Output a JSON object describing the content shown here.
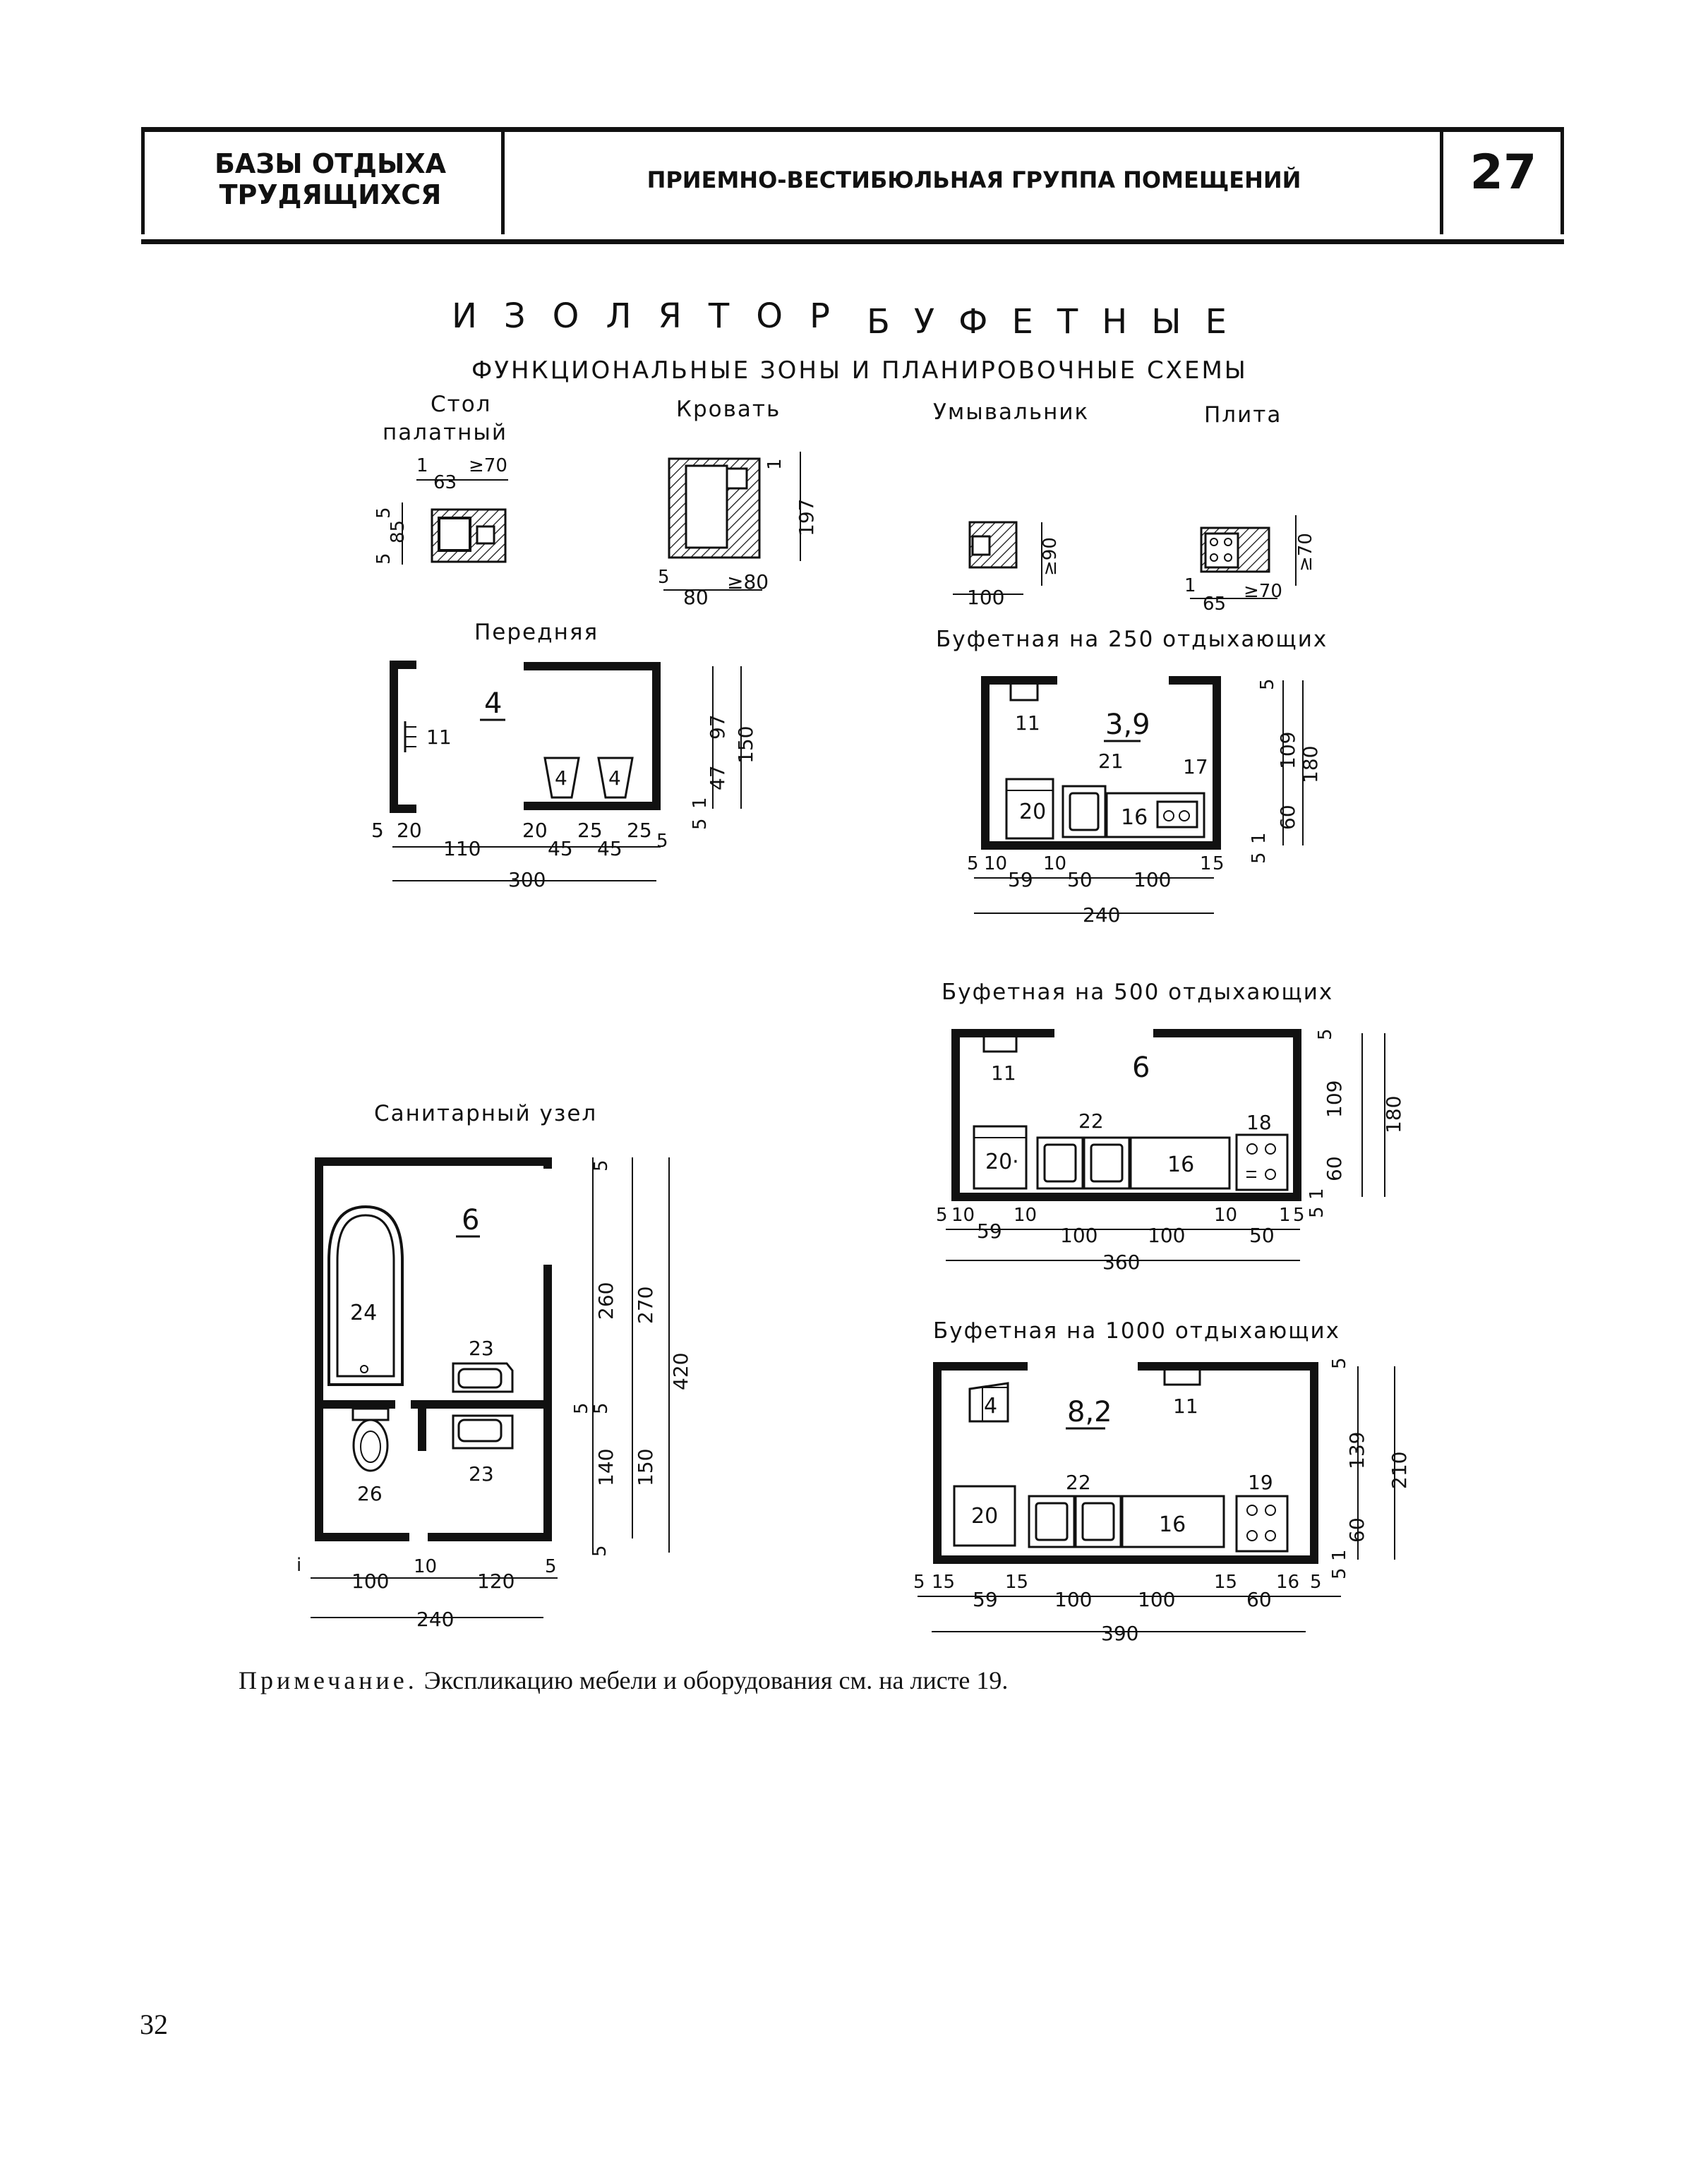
{
  "header": {
    "section_title_line1": "БАЗЫ ОТДЫХА",
    "section_title_line2": "ТРУДЯЩИХСЯ",
    "sheet_title": "ПРИЕМНО-ВЕСТИБЮЛЬНАЯ ГРУППА ПОМЕЩЕНИЙ",
    "sheet_number": "27"
  },
  "headings": {
    "isolator": "ИЗОЛЯТОР",
    "buffets": "БУФЕТНЫЕ",
    "subtitle": "ФУНКЦИОНАЛЬНЫЕ ЗОНЫ И ПЛАНИРОВОЧНЫЕ СХЕМЫ"
  },
  "labels": {
    "table_line1": "Стол",
    "table_line2": "палатный",
    "bed": "Кровать",
    "washbasin": "Умывальник",
    "stove": "Плита",
    "anteroom": "Передняя",
    "buffet_250": "Буфетная на 250 отдыхающих",
    "buffet_500": "Буфетная на 500 отдыхающих",
    "buffet_1000": "Буфетная на 1000 отдыхающих",
    "bathroom": "Санитарный узел"
  },
  "room_areas": {
    "anteroom": "4",
    "buffet_250": "3,9",
    "buffet_500": "6",
    "buffet_1000": "8,2",
    "bathroom": "6"
  },
  "equipment_marks": {
    "anteroom": [
      "11",
      "4",
      "4"
    ],
    "buffet_250": [
      "11",
      "21",
      "17",
      "20",
      "16"
    ],
    "buffet_500": [
      "11",
      "22",
      "18",
      "20·",
      "16"
    ],
    "buffet_1000": [
      "4",
      "11",
      "22",
      "19",
      "20",
      "16"
    ],
    "bathroom": [
      "24",
      "23",
      "23",
      "26"
    ]
  },
  "dimensions": {
    "table": [
      "1",
      "63",
      "≥70",
      "5",
      "85",
      "5"
    ],
    "bed": [
      "1",
      "197",
      "5",
      "80",
      "≥80"
    ],
    "washbasin": [
      "100",
      "≥90"
    ],
    "stove": [
      "1",
      "65",
      "≥70",
      "≥70"
    ],
    "anteroom": [
      "5",
      "20",
      "110",
      "20",
      "25",
      "25",
      "5",
      "45",
      "45",
      "300",
      "97",
      "47",
      "150",
      "5",
      "1"
    ],
    "buffet_250": [
      "5",
      "10",
      "10",
      "59",
      "50",
      "100",
      "1",
      "5",
      "240",
      "5",
      "109",
      "180",
      "60",
      "5",
      "1"
    ],
    "buffet_500": [
      "5",
      "10",
      "10",
      "59",
      "100",
      "100",
      "10",
      "50",
      "1",
      "5",
      "360",
      "5",
      "109",
      "180",
      "60",
      "5",
      "1"
    ],
    "buffet_1000": [
      "5",
      "15",
      "15",
      "59",
      "100",
      "100",
      "15",
      "60",
      "16",
      "5",
      "390",
      "5",
      "139",
      "210",
      "60",
      "5",
      "1"
    ],
    "bathroom": [
      "i",
      "100",
      "10",
      "120",
      "5",
      "240",
      "5",
      "260",
      "270",
      "420",
      "5",
      "5",
      "140",
      "150",
      "5"
    ]
  },
  "note": {
    "prefix": "Примечание.",
    "text": "Экспликацию мебели и оборудования см. на листе 19."
  },
  "page_number": "32"
}
